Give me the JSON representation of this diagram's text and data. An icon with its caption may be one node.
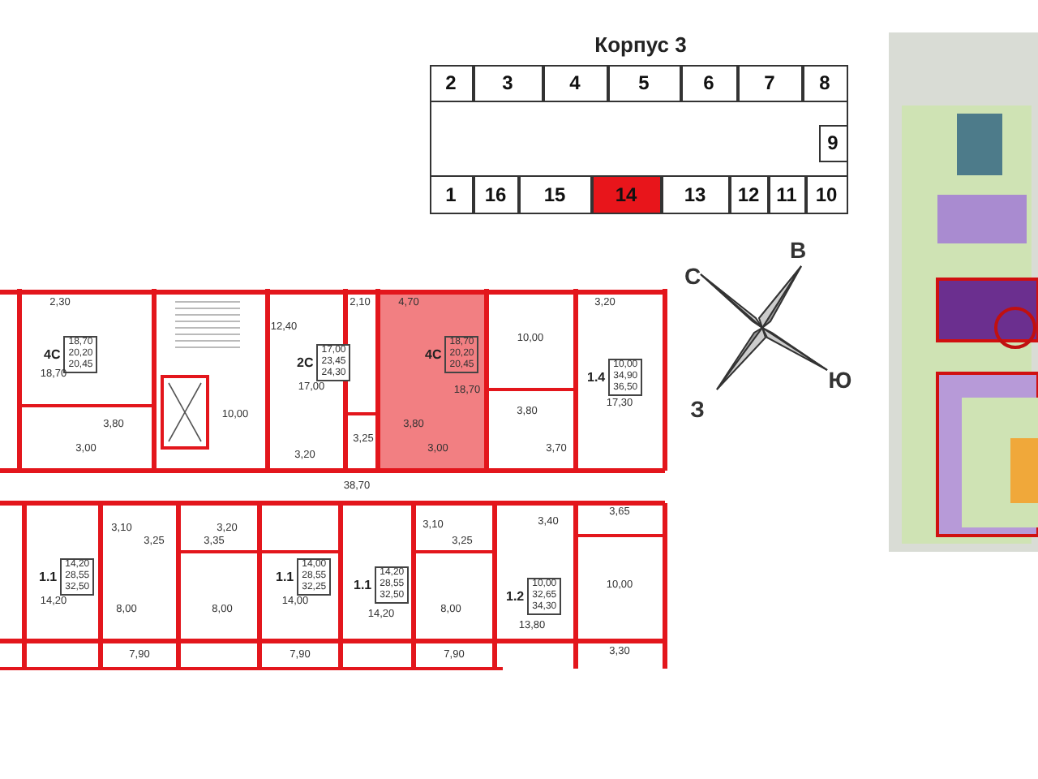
{
  "diagram": {
    "title": "Корпус 3",
    "nodes": [
      {
        "text": [],
        "shape": "box"
      },
      {
        "text": [
          "2"
        ],
        "in": 0
      },
      {
        "text": [
          "3"
        ],
        "in": 0
      },
      {
        "text": [
          "4"
        ],
        "in": 0
      },
      {
        "text": [
          "5"
        ],
        "in": 0
      },
      {
        "text": [
          "6"
        ],
        "in": 0
      },
      {
        "text": [
          "7"
        ],
        "in": 0
      },
      {
        "text": [
          "8"
        ],
        "in": 0
      },
      {
        "text": [
          "9"
        ],
        "in": 0
      },
      {
        "text": [
          "1"
        ],
        "in": 0
      },
      {
        "text": [
          "16"
        ],
        "in": 0
      },
      {
        "text": [
          "15"
        ],
        "in": 0
      },
      {
        "text": [
          "14"
        ],
        "in": 0
      },
      {
        "text": [
          "13"
        ],
        "in": 0
      },
      {
        "text": [
          "12"
        ],
        "in": 0
      },
      {
        "text": [
          "11"
        ],
        "in": 0
      },
      {
        "text": [
          "10"
        ],
        "in": 0
      },
      {
        "text": [
          "4С",
          "18,70",
          "20,20",
          "20,45"
        ]
      },
      {
        "text": [
          "2С",
          "17,00",
          "23,45",
          "24,30"
        ]
      },
      {
        "text": [
          "4С",
          "18,70",
          "20,20",
          "20,45"
        ]
      },
      {
        "text": [
          "1.4",
          "10,00",
          "34,90",
          "36,50"
        ]
      },
      {
        "text": [
          "1.1",
          "14,20",
          "28,55",
          "32,50"
        ]
      },
      {
        "text": [
          "1.1",
          "14,00",
          "28,55",
          "32,25"
        ]
      },
      {
        "text": [
          "1.1",
          "14,20",
          "28,55",
          "32,50"
        ]
      },
      {
        "text": [
          "1.2",
          "10,00",
          "32,65",
          "34,30"
        ]
      },
      {
        "text": [],
        "shape": "picture"
      }
    ],
    "labels": [
      "2,30",
      "2,10",
      "4,70",
      "3,20",
      "12,40",
      "10,00",
      "18,70",
      "17,00",
      "18,70",
      "17,30",
      "10,00",
      "3,80",
      "3,80",
      "3,80",
      "3,25",
      "3,00",
      "3,00",
      "3,70",
      "3,20",
      "38,70",
      "3,65",
      "3,40",
      "3,10",
      "3,20",
      "3,10",
      "3,25",
      "3,35",
      "3,25",
      "10,00",
      "14,20",
      "14,00",
      "8,00",
      "8,00",
      "8,00",
      "14,20",
      "13,80",
      "7,90",
      "7,90",
      "7,90",
      "3,30",
      "С",
      "В",
      "Ю",
      "З"
    ]
  }
}
